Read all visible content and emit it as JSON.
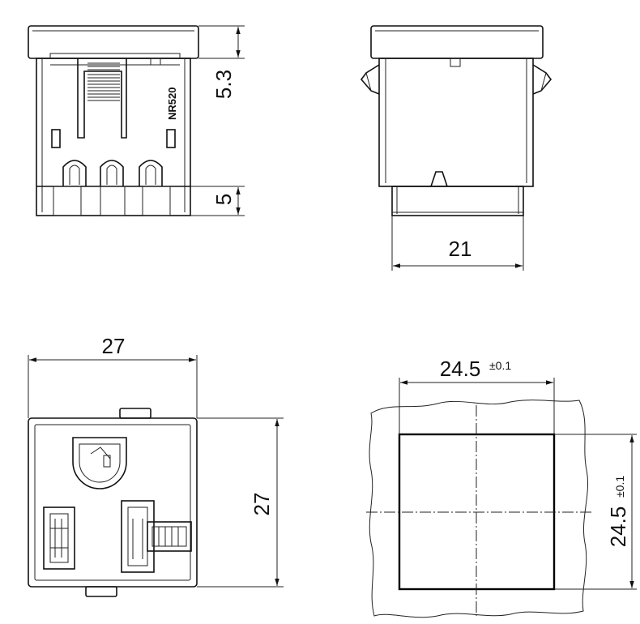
{
  "views": {
    "side_view": {
      "marking": "NR520",
      "dim_top": "5.3",
      "dim_bottom": "5"
    },
    "back_view": {
      "dim_width": "21"
    },
    "front_view": {
      "dim_width": "27",
      "dim_height": "27"
    },
    "panel_cutout": {
      "dim_width": "24.5",
      "dim_width_tol": "±0.1",
      "dim_height": "24.5",
      "dim_height_tol": "±0.1"
    }
  }
}
